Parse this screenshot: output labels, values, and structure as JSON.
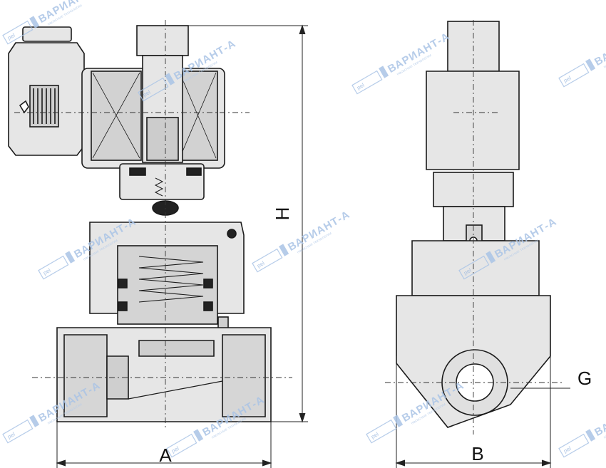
{
  "dimensions": {
    "height_label": "H",
    "length_label": "A",
    "width_label": "B",
    "thread_label": "G"
  },
  "watermark": {
    "brand": "ВАРИАНТ-А",
    "tagline": "насосные технологии",
    "logo_text": "pel",
    "color": "#aac4e6"
  },
  "colors": {
    "body_fill": "#e6e6e6",
    "section_fill": "#d2d2d2",
    "outline": "#1a1a1a",
    "dark_part": "#222222"
  }
}
